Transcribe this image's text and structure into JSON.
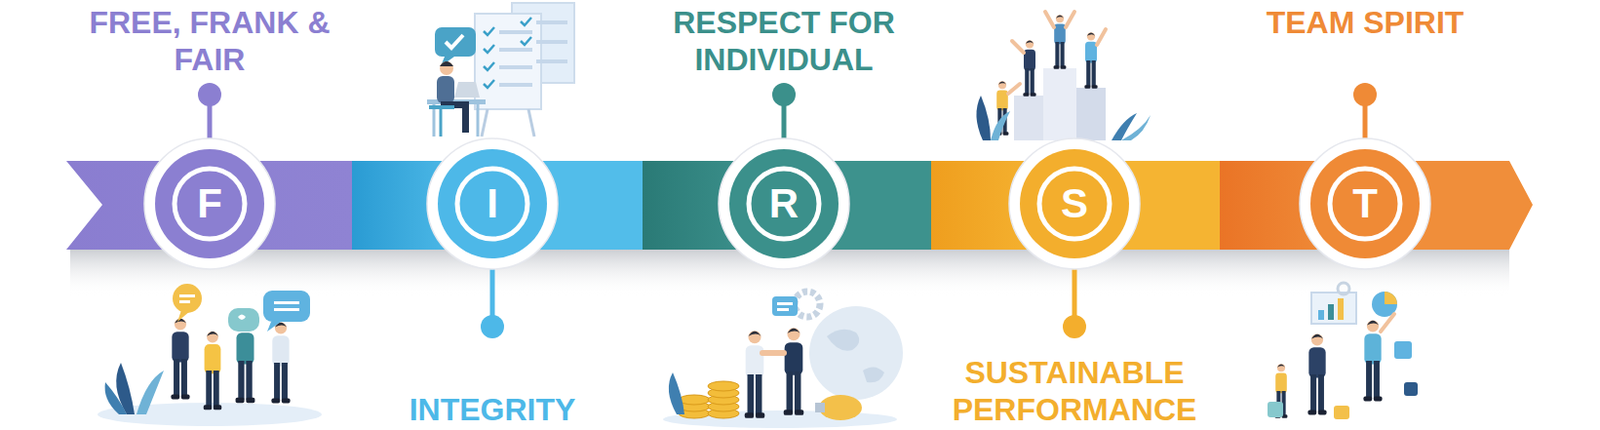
{
  "diagram": {
    "nodes": [
      {
        "text": [
          "F",
          "FREE, FRANK & FAIR"
        ]
      },
      {
        "text": [
          "I",
          "INTEGRITY"
        ]
      },
      {
        "text": [
          "R",
          "RESPECT FOR INDIVIDUAL"
        ]
      },
      {
        "text": [
          "S",
          "SUSTAINABLE PERFORMANCE"
        ]
      },
      {
        "text": [
          "T",
          "TEAM SPIRIT"
        ]
      }
    ]
  }
}
